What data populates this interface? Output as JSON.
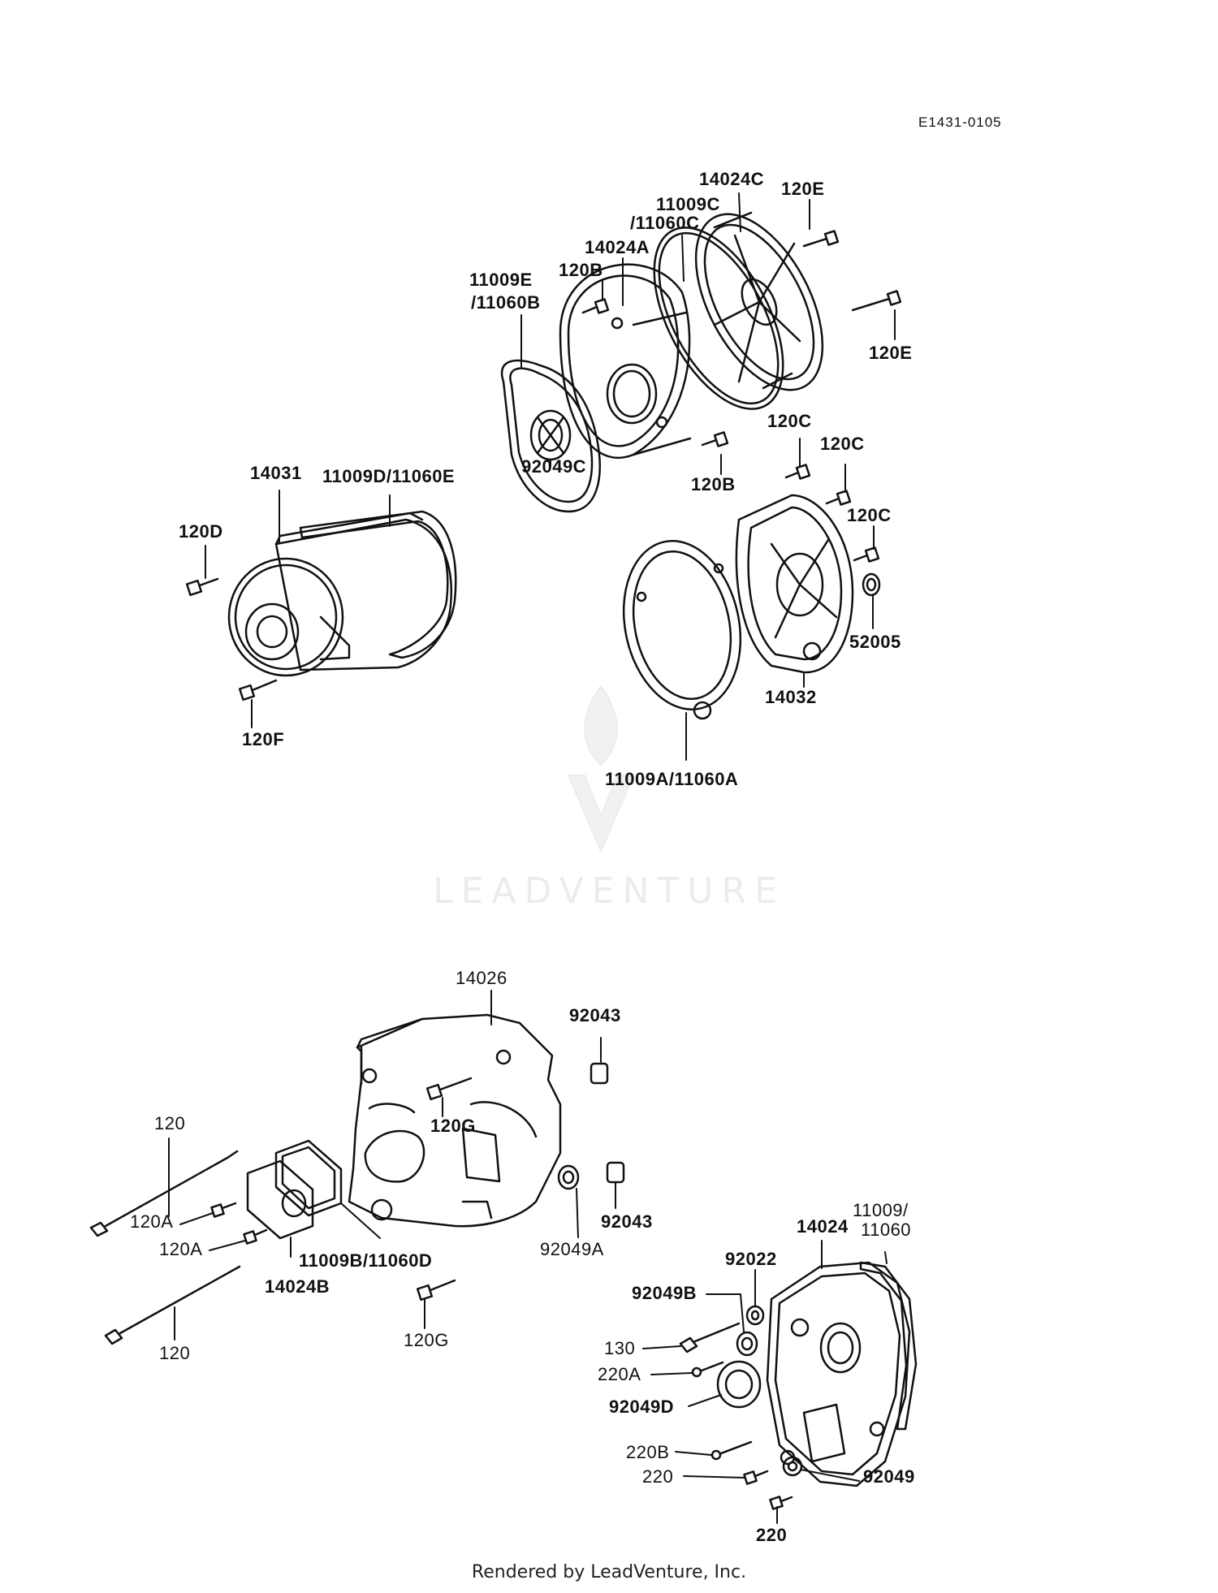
{
  "diagram": {
    "code": "E1431-0105",
    "watermark": "LEADVENTURE",
    "footer": "Rendered by LeadVenture, Inc.",
    "labels": {
      "p14024C": "14024C",
      "p120E_top": "120E",
      "p11009C": "11009C",
      "p11060C": "/11060C",
      "p14024A": "14024A",
      "p120B_top": "120B",
      "p11009E": "11009E",
      "p11060B": "/11060B",
      "p120E_right": "120E",
      "p120C_1": "120C",
      "p120C_2": "120C",
      "p120C_3": "120C",
      "p92049C": "92049C",
      "p120B_low": "120B",
      "p14031": "14031",
      "p11009D_11060E": "11009D/11060E",
      "p120D": "120D",
      "p52005": "52005",
      "p14032": "14032",
      "p120F": "120F",
      "p11009A_11060A": "11009A/11060A",
      "p14026": "14026",
      "p92043_top": "92043",
      "p120_top": "120",
      "p120G_top": "120G",
      "p120A_1": "120A",
      "p120A_2": "120A",
      "p11009B_11060D": "11009B/11060D",
      "p14024B": "14024B",
      "p92049A": "92049A",
      "p92043_low": "92043",
      "p120_low": "120",
      "p120G_low": "120G",
      "p11009": "11009/",
      "p11060": "11060",
      "p14024": "14024",
      "p92022": "92022",
      "p92049B": "92049B",
      "p130": "130",
      "p220A": "220A",
      "p92049D": "92049D",
      "p220B": "220B",
      "p220_1": "220",
      "p92049": "92049",
      "p220_2": "220"
    }
  }
}
